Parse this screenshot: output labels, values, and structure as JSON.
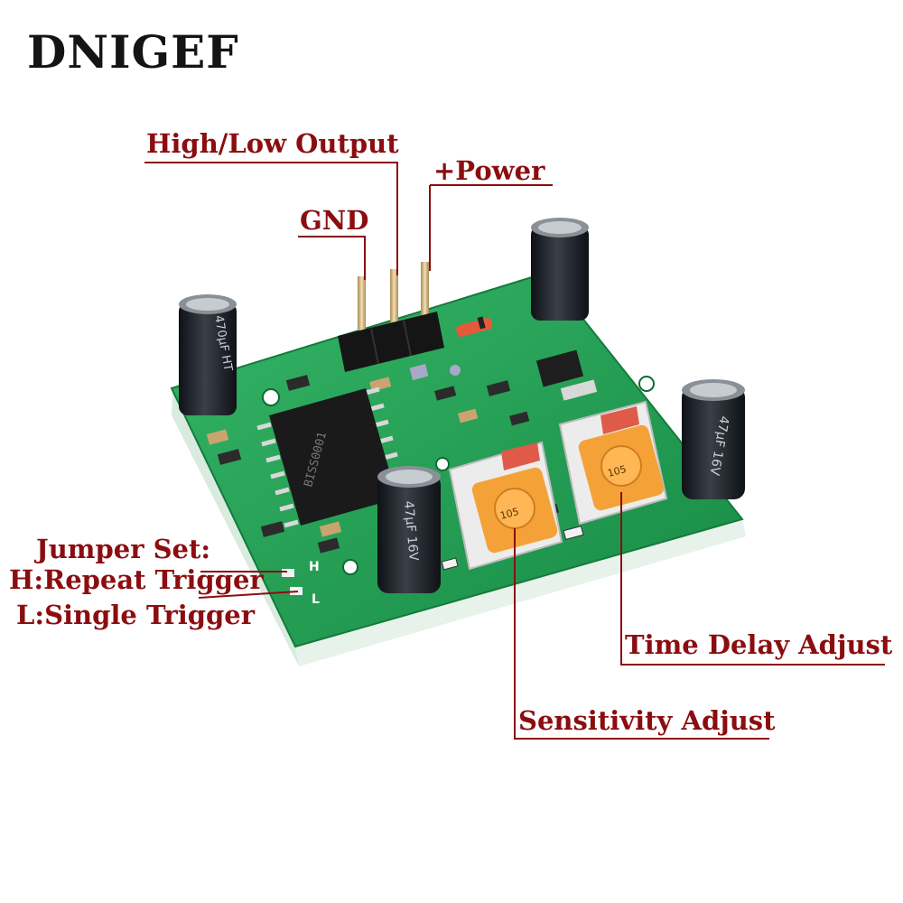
{
  "brand": "DNIGEF",
  "labels": {
    "high_low_output": "High/Low Output",
    "power": "+Power",
    "gnd": "GND",
    "jumper_title": "Jumper Set:",
    "jumper_h": "H:Repeat Trigger",
    "jumper_l": "L:Single Trigger",
    "time_delay": "Time Delay Adjust",
    "sensitivity": "Sensitivity Adjust"
  },
  "board_markings": {
    "ic_text": "BISS0001",
    "cap_left": "470µF HT",
    "cap_front": "47µF 16V",
    "cap_right": "47µF 16V",
    "pot_sensitivity": "105",
    "pot_time": "105",
    "silk_h": "H",
    "silk_l": "L"
  },
  "colors": {
    "label_red": "#8b0d10",
    "pcb_green": "#1f9a4f",
    "pot_orange": "#f4a238",
    "capacitor": "#1c2026"
  }
}
